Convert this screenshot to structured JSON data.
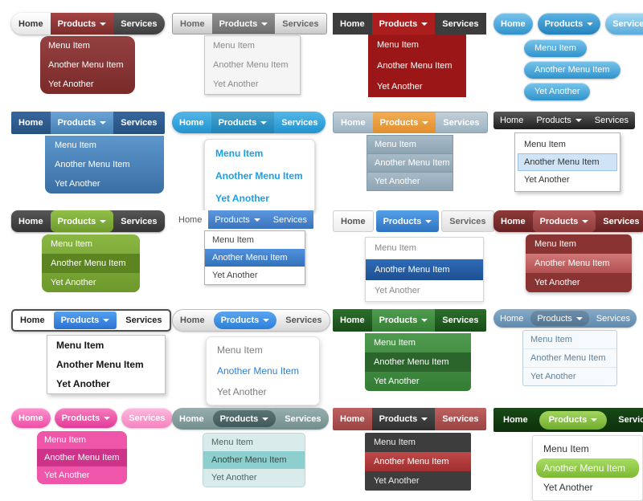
{
  "page": {
    "background": "#ffffff"
  },
  "labels": {
    "home": "Home",
    "products": "Products",
    "services": "Services",
    "item1": "Menu Item",
    "item2": "Another Menu Item",
    "item3": "Yet Another"
  },
  "menus": [
    {
      "name": "rounded-gray-maroon",
      "accent": "#8b3232",
      "highlight": null
    },
    {
      "name": "silver-gray",
      "accent": "#8a8a8a",
      "highlight": null
    },
    {
      "name": "charcoal-red",
      "accent": "#ac1d1d",
      "highlight": null
    },
    {
      "name": "blue-pills",
      "accent": "#3a9bd5",
      "highlight": null
    },
    {
      "name": "blue-gradient",
      "accent": "#4681b4",
      "highlight": null
    },
    {
      "name": "sky-pill-white-dropdown",
      "accent": "#1f93d0",
      "highlight": null
    },
    {
      "name": "steel-orange",
      "accent": "#e8963e",
      "highlight": null
    },
    {
      "name": "black-compact-selected",
      "accent": "#cfe4f7",
      "highlight": 2
    },
    {
      "name": "charcoal-green",
      "accent": "#79a833",
      "highlight": 2
    },
    {
      "name": "compact-blue",
      "accent": "#3d85e0",
      "highlight": 2
    },
    {
      "name": "white-blue-buttons",
      "accent": "#2e6cb8",
      "highlight": 2
    },
    {
      "name": "maroon-rounded",
      "accent": "#a94545",
      "highlight": 2
    },
    {
      "name": "outlined-white-blue",
      "accent": "#2b72d2",
      "highlight": null
    },
    {
      "name": "silver-pill-blue",
      "accent": "#2c7fd8",
      "highlight": 2
    },
    {
      "name": "green-flat",
      "accent": "#3f8f3f",
      "highlight": 2
    },
    {
      "name": "steel-compact",
      "accent": "#6b93b4",
      "highlight": null
    },
    {
      "name": "pink-pills",
      "accent": "#ee4fa6",
      "highlight": 2
    },
    {
      "name": "teal-gray",
      "accent": "#8ccfce",
      "highlight": 2
    },
    {
      "name": "charcoal-rose",
      "accent": "#b25959",
      "highlight": 2
    },
    {
      "name": "dark-green-lime",
      "accent": "#8cc63f",
      "highlight": 2
    }
  ]
}
